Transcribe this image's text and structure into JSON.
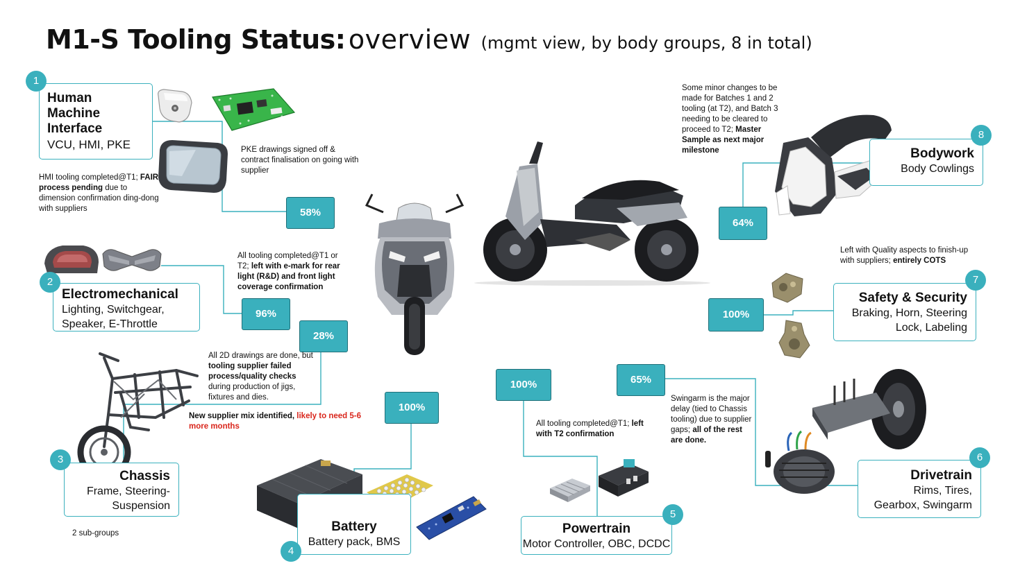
{
  "title": {
    "main_bold": "M1-S Tooling Status:",
    "main_light": "overview",
    "sub": "(mgmt view, by body groups, 8 in total)"
  },
  "colors": {
    "accent": "#3ab0bd",
    "accent_dark": "#1f6f78",
    "alert": "#d9261c"
  },
  "groups": [
    {
      "number": "1",
      "name_line1": "Human",
      "name_line2": "Machine",
      "name_line3": "Interface",
      "subtitle": "VCU, HMI, PKE",
      "percent": "58%",
      "note_pke": "PKE drawings signed off & contract finalisation on going with supplier",
      "note_hmi_pre": "HMI tooling completed@T1;",
      "note_hmi_bold": "FAIR process pending",
      "note_hmi_post": "due to dimension confirmation ding-dong with suppliers"
    },
    {
      "number": "2",
      "name": "Electromechanical",
      "subtitle_line1": "Lighting, Switchgear,",
      "subtitle_line2": "Speaker, E-Throttle",
      "percent": "96%",
      "note_pre": "All tooling completed@T1 or T2;",
      "note_bold": "left with e-mark for rear light (R&D) and front light coverage confirmation"
    },
    {
      "number": "3",
      "name": "Chassis",
      "subtitle_line1": "Frame, Steering-",
      "subtitle_line2": "Suspension",
      "percent": "28%",
      "note_pre": "All 2D drawings are done, but",
      "note_bold": "tooling supplier failed process/quality checks",
      "note_post": "during production of jigs, fixtures and dies.",
      "note2_bold": "New supplier mix identified,",
      "note2_red": "likely to need 5-6 more months",
      "footnote": "2 sub-groups"
    },
    {
      "number": "4",
      "name": "Battery",
      "subtitle": "Battery pack, BMS",
      "percent": "100%"
    },
    {
      "number": "5",
      "name": "Powertrain",
      "subtitle": "Motor Controller, OBC, DCDC",
      "percent": "100%",
      "note_pre": "All tooling completed@T1;",
      "note_bold": "left with T2 confirmation"
    },
    {
      "number": "6",
      "name": "Drivetrain",
      "subtitle_line1": "Rims, Tires,",
      "subtitle_line2": "Gearbox, Swingarm",
      "percent": "65%",
      "note_pre": "Swingarm is the major delay (tied to Chassis tooling) due to supplier gaps;",
      "note_bold": "all of the rest are done."
    },
    {
      "number": "7",
      "name": "Safety & Security",
      "subtitle_line1": "Braking, Horn, Steering",
      "subtitle_line2": "Lock, Labeling",
      "percent": "100%",
      "note_pre": "Left with Quality aspects to finish-up with suppliers;",
      "note_bold": "entirely COTS"
    },
    {
      "number": "8",
      "name": "Bodywork",
      "subtitle": "Body Cowlings",
      "percent": "64%",
      "note_pre": "Some minor changes to be made for Batches 1 and 2 tooling (at T2), and Batch 3 needing to be cleared to proceed to T2;",
      "note_bold": "Master Sample as next major milestone"
    }
  ],
  "icons": {
    "pke_fob": "key-fob-icon",
    "vcu_board": "circuit-board-icon",
    "hmi_display": "display-unit-icon",
    "lights": "tail-light-icon",
    "switchgear": "handlebar-switch-icon",
    "frame": "chassis-frame-icon",
    "battery_pack": "battery-pack-icon",
    "cells": "battery-cells-icon",
    "bms": "bms-board-icon",
    "controller": "motor-controller-icon",
    "obc": "charger-box-icon",
    "motor": "electric-motor-icon",
    "wheel": "rear-wheel-icon",
    "caliper": "brake-caliper-icon",
    "cowling": "body-cowling-icon",
    "scooter_front": "scooter-front-view-icon",
    "scooter_side": "scooter-side-view-icon"
  }
}
